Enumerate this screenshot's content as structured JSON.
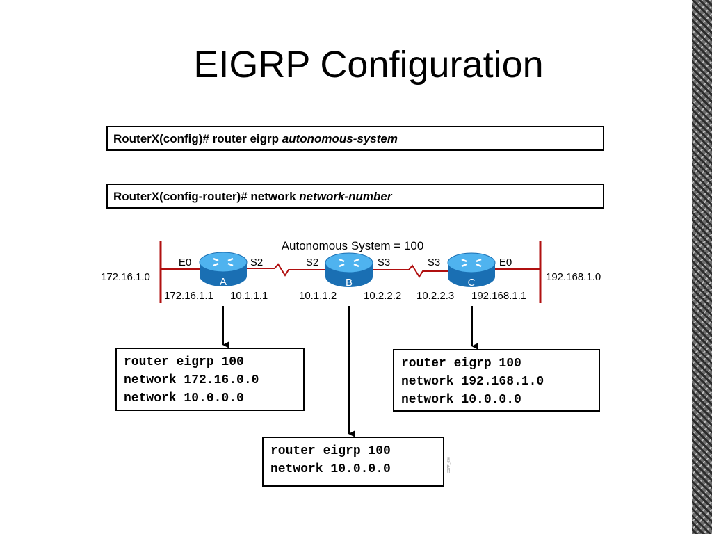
{
  "title": "EIGRP Configuration",
  "commands": [
    {
      "prefix": "RouterX(config)# router eigrp ",
      "argument": "autonomous-system"
    },
    {
      "prefix": "RouterX(config-router)# network ",
      "argument": "network-number"
    }
  ],
  "diagram": {
    "as_label": "Autonomous System = 100",
    "routers": [
      {
        "name": "A",
        "left_interface": "E0",
        "right_interface": "S2"
      },
      {
        "name": "B",
        "left_interface": "S2",
        "right_interface": "S3"
      },
      {
        "name": "C",
        "left_interface": "S3",
        "right_interface": "E0"
      }
    ],
    "networks": {
      "left": "172.16.1.0",
      "right": "192.168.1.0"
    },
    "addresses": {
      "a_e0": "172.16.1.1",
      "a_s2": "10.1.1.1",
      "b_s2": "10.1.1.2",
      "b_s3": "10.2.2.2",
      "c_s3": "10.2.2.3",
      "c_e0": "192.168.1.1"
    },
    "configs": {
      "a": [
        "router eigrp 100",
        "network 172.16.0.0",
        "network 10.0.0.0"
      ],
      "b": [
        "router eigrp 100",
        "network 10.0.0.0"
      ],
      "c": [
        "router eigrp 100",
        "network 192.168.1.0",
        "network 10.0.0.0"
      ]
    },
    "figure_code": "337P_096",
    "colors": {
      "router_top": "#4fb3ef",
      "router_body": "#1a6fb3",
      "serial_link": "#b01010"
    }
  }
}
